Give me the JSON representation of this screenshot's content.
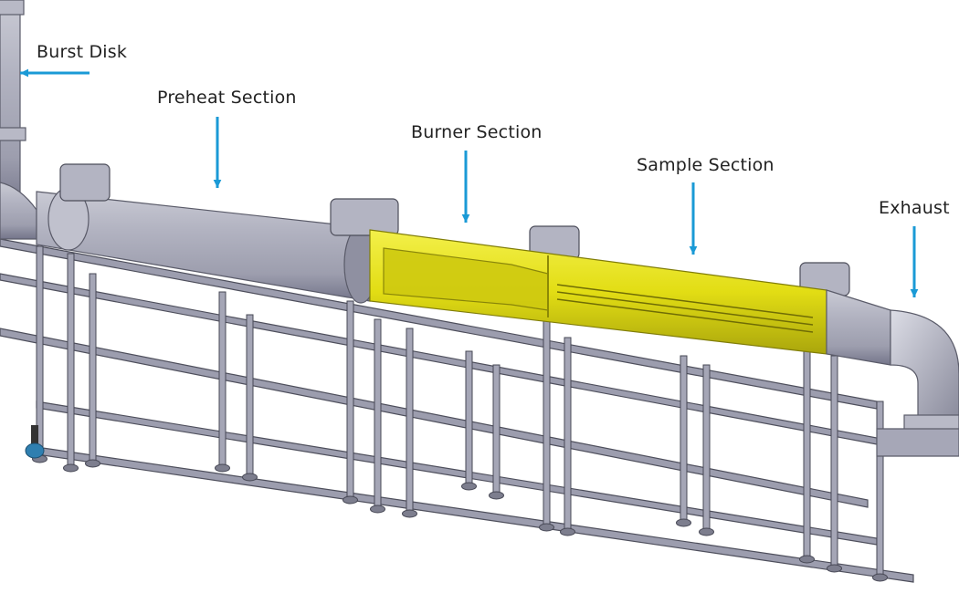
{
  "diagram": {
    "labels": {
      "burst_disk": "Burst Disk",
      "preheat_section": "Preheat Section",
      "burner_section": "Burner Section",
      "sample_section": "Sample Section",
      "exhaust": "Exhaust"
    },
    "colors": {
      "arrow": "#1a9ad6",
      "pipe_gray": "#a9aab8",
      "pipe_highlight": "#d4d5de",
      "pipe_shadow": "#6f7080",
      "yellow_section": "#e6e21a",
      "yellow_dark": "#9f9c0a",
      "frame": "#8e8fa0",
      "frame_dark": "#4b4c58"
    }
  }
}
